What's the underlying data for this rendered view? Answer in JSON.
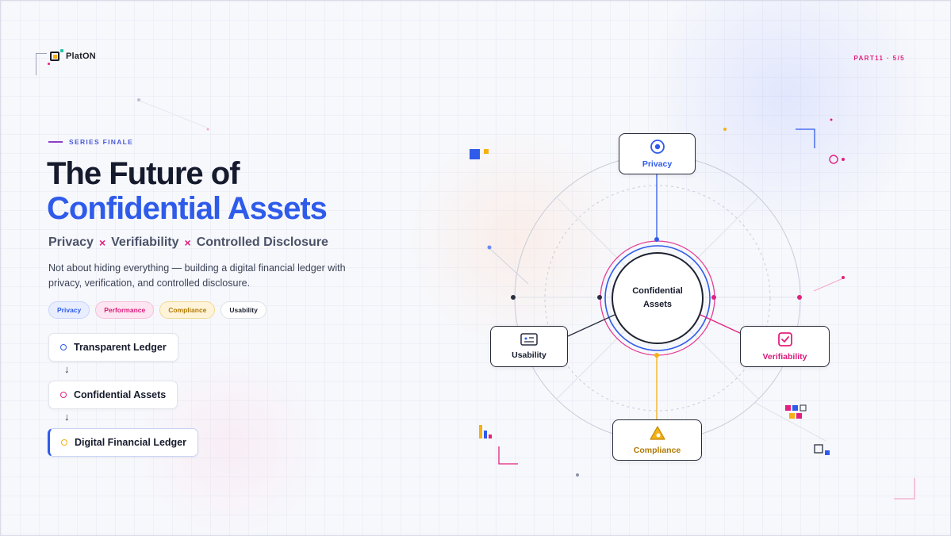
{
  "brand": {
    "name": "PlatON"
  },
  "part_label": "PART11 · 5/5",
  "hero": {
    "eyebrow": "SERIES FINALE",
    "title_line1": "The Future of",
    "title_line2": "Confidential Assets",
    "tagline": [
      "Privacy",
      "Verifiability",
      "Controlled Disclosure"
    ],
    "tagline_separator": "×",
    "description": "Not about hiding everything — building a digital financial ledger with privacy, verification, and controlled disclosure."
  },
  "tags": [
    "Privacy",
    "Performance",
    "Compliance",
    "Usability"
  ],
  "steps": [
    "Transparent Ledger",
    "Confidential Assets",
    "Digital Financial Ledger"
  ],
  "step_arrow": "↓",
  "diagram": {
    "center": "Confidential Assets",
    "nodes": {
      "privacy": {
        "label": "Privacy",
        "icon": "target-icon"
      },
      "usability": {
        "label": "Usability",
        "icon": "id-card-icon"
      },
      "verifiability": {
        "label": "Verifiability",
        "icon": "checkbox-icon"
      },
      "compliance": {
        "label": "Compliance",
        "icon": "shield-warning-icon"
      }
    }
  },
  "colors": {
    "blue": "#2f5bea",
    "pink": "#e2207f",
    "yellow": "#f5b014",
    "dark": "#161b2c"
  }
}
